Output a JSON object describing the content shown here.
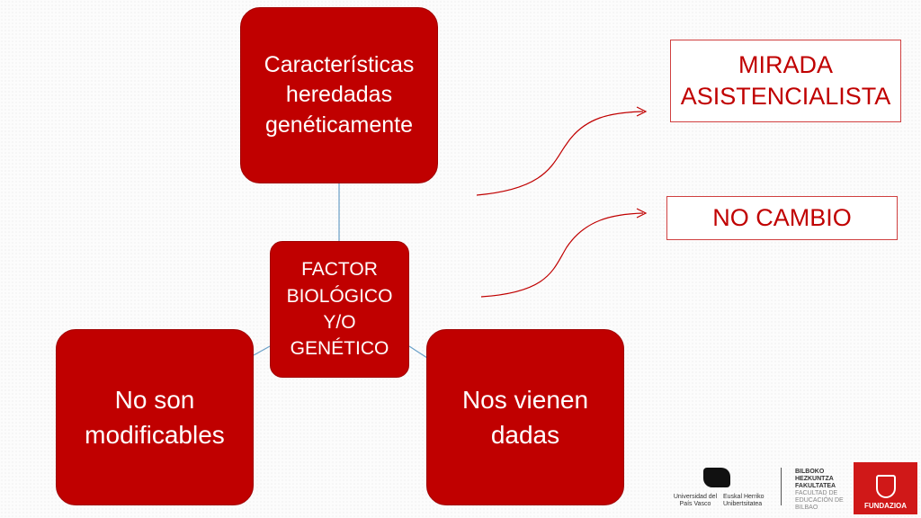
{
  "center": "FACTOR BIOLÓGICO Y/O GENÉTICO",
  "top": "Características heredadas genéticamente",
  "left": "No son modificables",
  "right": "Nos vienen dadas",
  "outcomes": [
    "MIRADA ASISTENCIALISTA",
    "NO CAMBIO"
  ],
  "logos": {
    "upv_es": "Universidad del País Vasco",
    "upv_eu": "Euskal Herriko Unibertsitatea",
    "faculty_eu": "BILBOKO HEZKUNTZA FAKULTATEA",
    "faculty_es": "FACULTAD DE EDUCACIÓN DE BILBAO",
    "fundazioa": "FUNDAZIOA"
  }
}
